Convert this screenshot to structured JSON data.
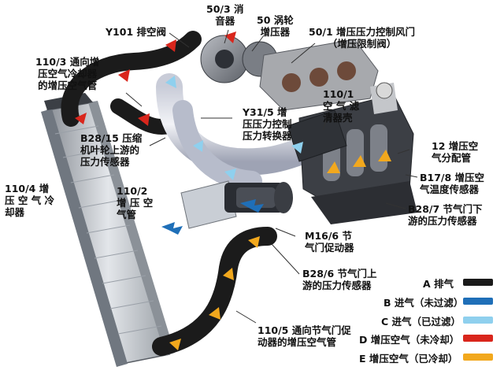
{
  "labels": {
    "l50_3": "50/3 消\n音器",
    "l50": "50 涡轮\n增压器",
    "ly101": "Y101 排空阀",
    "l50_1": "50/1 增压压力控制风门\n（增压限制阀）",
    "l110_3": "110/3 通向增\n压空气冷却器\n的增压空气管",
    "l110_1": "110/1\n空 气 滤\n清器壳",
    "ly31_5": "Y31/5 增\n压压力控制\n压力转换器",
    "lb28_15": "B28/15 压缩\n机叶轮上游的\n压力传感器",
    "l12": "12 增压空\n气分配管",
    "lb17_8": "B17/8 增压空\n气温度传感器",
    "l110_4": "110/4 增\n压 空 气 冷\n却器",
    "l110_2": "110/2\n增 压 空\n气管",
    "lb28_7": "B28/7 节气门下\n游的压力传感器",
    "lm16_6": "M16/6 节\n气门促动器",
    "lb28_6": "B28/6 节气门上\n游的压力传感器",
    "l110_5": "110/5 通向节气门促\n动器的增压空气管"
  },
  "legend": [
    {
      "label": "A 排气",
      "color": "#1a1a1a"
    },
    {
      "label": "B 进气（未过滤）",
      "color": "#1f6fb8"
    },
    {
      "label": "C 进气（已过滤）",
      "color": "#8fd0ee"
    },
    {
      "label": "D 增压空气（未冷却）",
      "color": "#d9261c"
    },
    {
      "label": "E 增压空气（已冷却）",
      "color": "#f2a81d"
    }
  ]
}
